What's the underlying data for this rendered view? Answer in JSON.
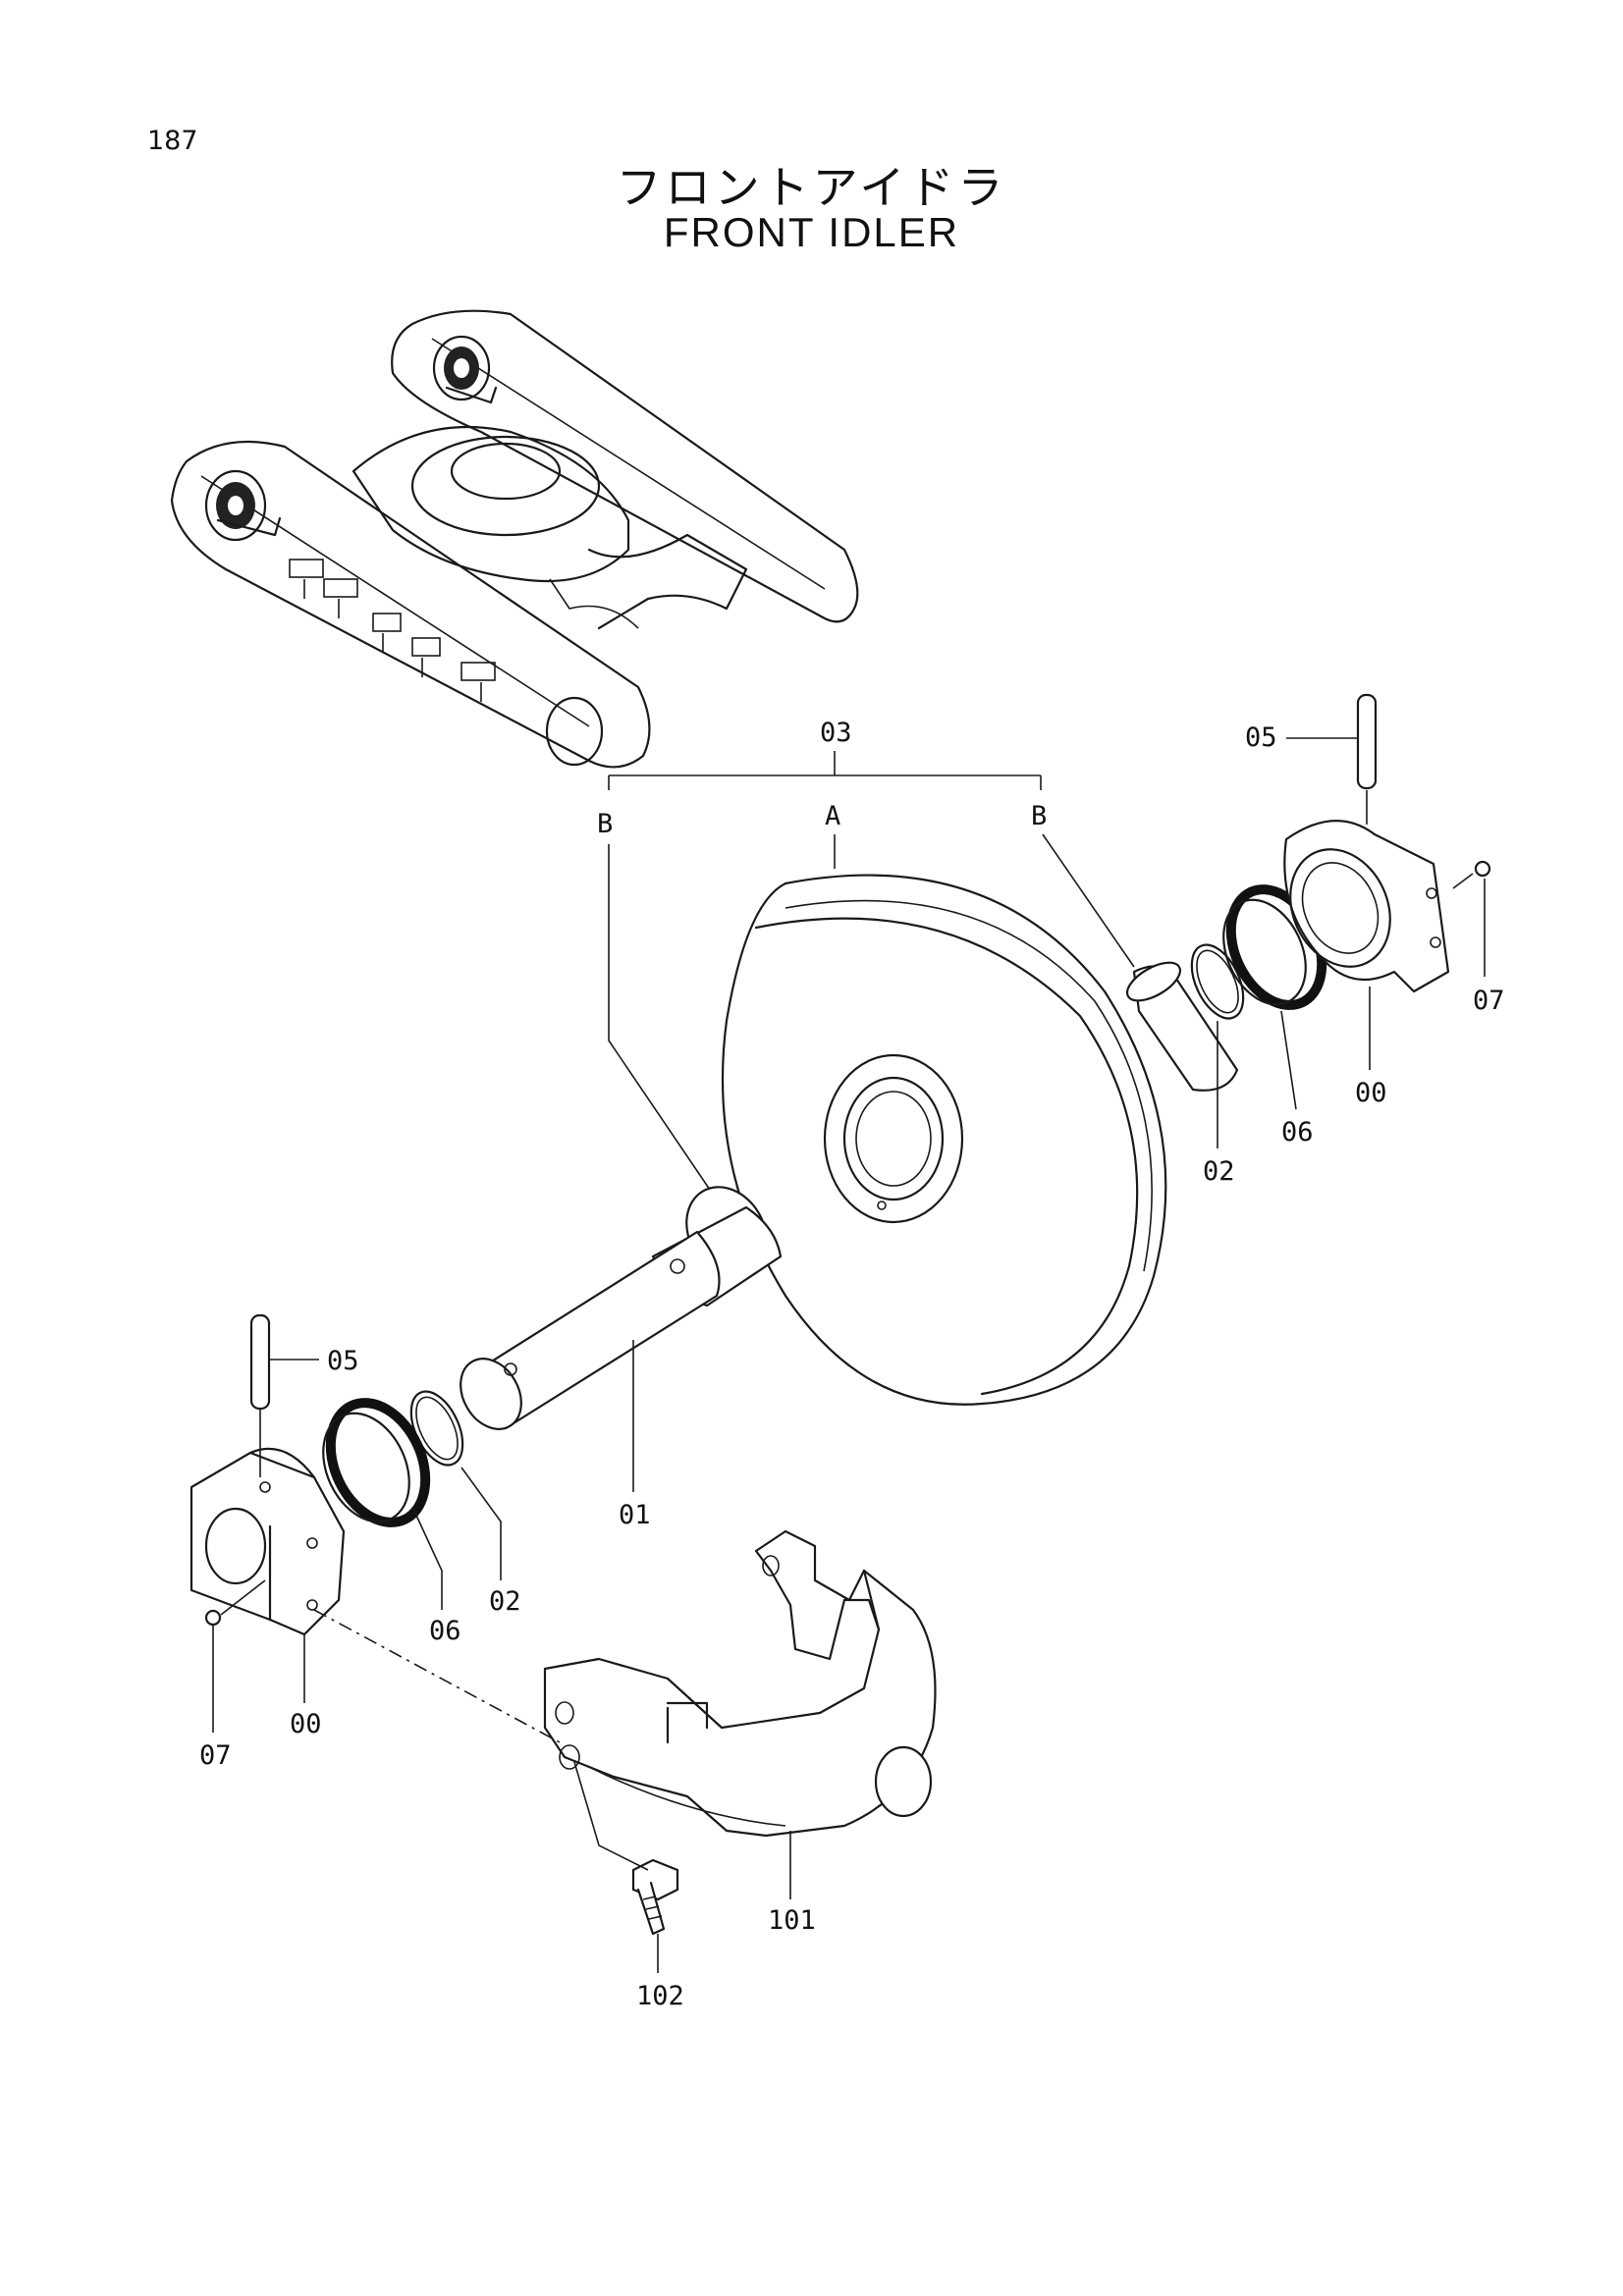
{
  "page": {
    "number": "187"
  },
  "title": {
    "japanese": "フロントアイドラ",
    "english": "FRONT  IDLER"
  },
  "callouts": {
    "assembly_03": "03",
    "a": "A",
    "b_left": "B",
    "b_right": "B",
    "pin_05_right": "05",
    "pin_05_left": "05",
    "plug_07_right": "07",
    "plug_07_left": "07",
    "bearing_00_right": "00",
    "bearing_00_left": "00",
    "seal_06_right": "06",
    "seal_06_left": "06",
    "oring_02_right": "02",
    "oring_02_left": "02",
    "shaft_01": "01",
    "support_101": "101",
    "bolt_102": "102"
  },
  "colors": {
    "line": "#1a1a1a",
    "background": "#ffffff"
  }
}
